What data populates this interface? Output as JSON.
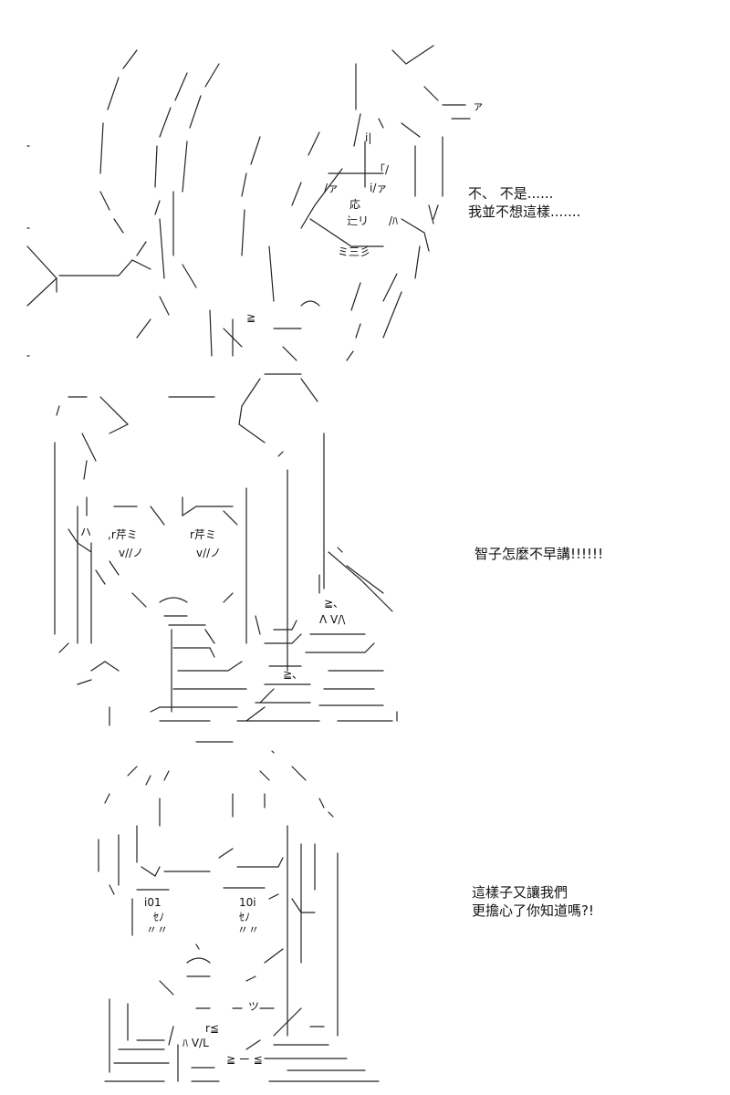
{
  "panels": [
    {
      "id": "panel-1",
      "dialogue": [
        "不、 不是......",
        "我並不想這樣......."
      ],
      "art_marks": [
        "ァ",
        "i|",
        "「/",
        "i/ァ",
        "/ァ",
        "応",
        "辷リ",
        "/ﾊ",
        "ミ三彡",
        "≧"
      ]
    },
    {
      "id": "panel-2",
      "dialogue": [
        "智子怎麼不早講!!!!!!"
      ],
      "art_marks": [
        "ハ",
        ",r芹ミ",
        "r芹ミ",
        "v//ノ",
        "v//ノ",
        "≧、",
        "Λ V/\\",
        "≧、"
      ]
    },
    {
      "id": "panel-3",
      "dialogue": [
        "這樣子又讓我們",
        "更擔心了你知道嗎?!"
      ],
      "art_marks": [
        "i01",
        "10i",
        "ｾﾉ",
        "ｾﾉ",
        "〃〃",
        "〃〃",
        "ツ",
        "r≦",
        "ﾊ V/L",
        "≧ ー ≦"
      ]
    }
  ]
}
